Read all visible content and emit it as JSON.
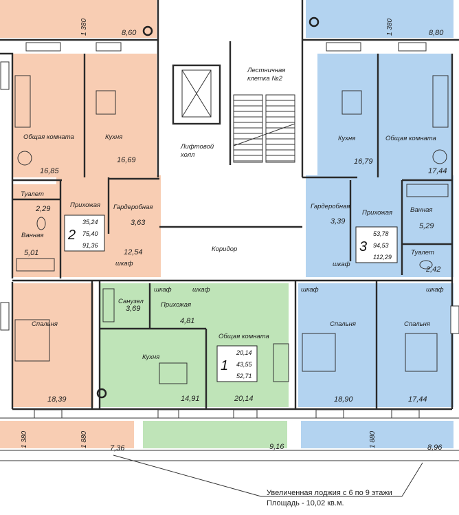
{
  "colors": {
    "apt2": "#f8cdb3",
    "apt1": "#bfe4b8",
    "apt3": "#b3d3f0",
    "common": "#ffffff",
    "wall": "#2a2a2a"
  },
  "balconies": {
    "b_top_left": {
      "dim": "1 380",
      "area": "8,60"
    },
    "b_top_right": {
      "dim": "1 380",
      "area": "8,80"
    },
    "b_bot_left": {
      "dim1": "1 380",
      "dim2": "1 880",
      "area": "7,36"
    },
    "b_bot_mid": {
      "area": "9,16"
    },
    "b_bot_right": {
      "dim": "1 880",
      "area": "8,96"
    }
  },
  "apartment_2": {
    "number": "2",
    "areas": [
      "35,24",
      "75,40",
      "91,36"
    ],
    "rooms": {
      "living": {
        "name": "Общая комната",
        "area": "16,85"
      },
      "kitchen": {
        "name": "Кухня",
        "area": "16,69"
      },
      "toilet": {
        "name": "Туалет",
        "area": "2,29"
      },
      "bath": {
        "name": "Ванная",
        "area": "5,01"
      },
      "hall": {
        "name": "Прихожая",
        "area": "12,54"
      },
      "wardrobe": {
        "name": "Гардеробная",
        "area": "3,63"
      },
      "closet": "шкаф",
      "bedroom": {
        "name": "Спальня",
        "area": "18,39"
      }
    }
  },
  "apartment_1": {
    "number": "1",
    "areas": [
      "20,14",
      "43,55",
      "52,71"
    ],
    "rooms": {
      "bath": {
        "name": "Санузел",
        "area": "3,69"
      },
      "hall": {
        "name": "Прихожая",
        "area": "4,81"
      },
      "closet_a": "шкаф",
      "closet_b": "шкаф",
      "living": {
        "name": "Общая комната",
        "area": "20,14"
      },
      "kitchen": {
        "name": "Кухня",
        "area": "14,91"
      }
    }
  },
  "apartment_3": {
    "number": "3",
    "areas": [
      "53,78",
      "94,53",
      "112,29"
    ],
    "rooms": {
      "kitchen": {
        "name": "Кухня",
        "area": "16,79"
      },
      "living": {
        "name": "Общая комната",
        "area": "17,44"
      },
      "wardrobe": {
        "name": "Гардеробная",
        "area": "3,39"
      },
      "hall": {
        "name": "Прихожая"
      },
      "bath": {
        "name": "Ванная",
        "area": "5,29"
      },
      "toilet": {
        "name": "Туалет",
        "area": "2,42"
      },
      "closet_a": "шкаф",
      "closet_b": "шкаф",
      "closet_c": "шкаф",
      "bedroom1": {
        "name": "Спальня",
        "area": "18,90"
      },
      "bedroom2": {
        "name": "Спальня",
        "area": "17,44"
      }
    }
  },
  "common": {
    "stair": "Лестничная клетка №2",
    "lift_hall": "Лифтовой холл",
    "corridor": "Коридор"
  },
  "note": {
    "line1": "Увеличенная лоджия с 6 по 9 этажи",
    "line2": "Площадь - 10,02 кв.м."
  }
}
